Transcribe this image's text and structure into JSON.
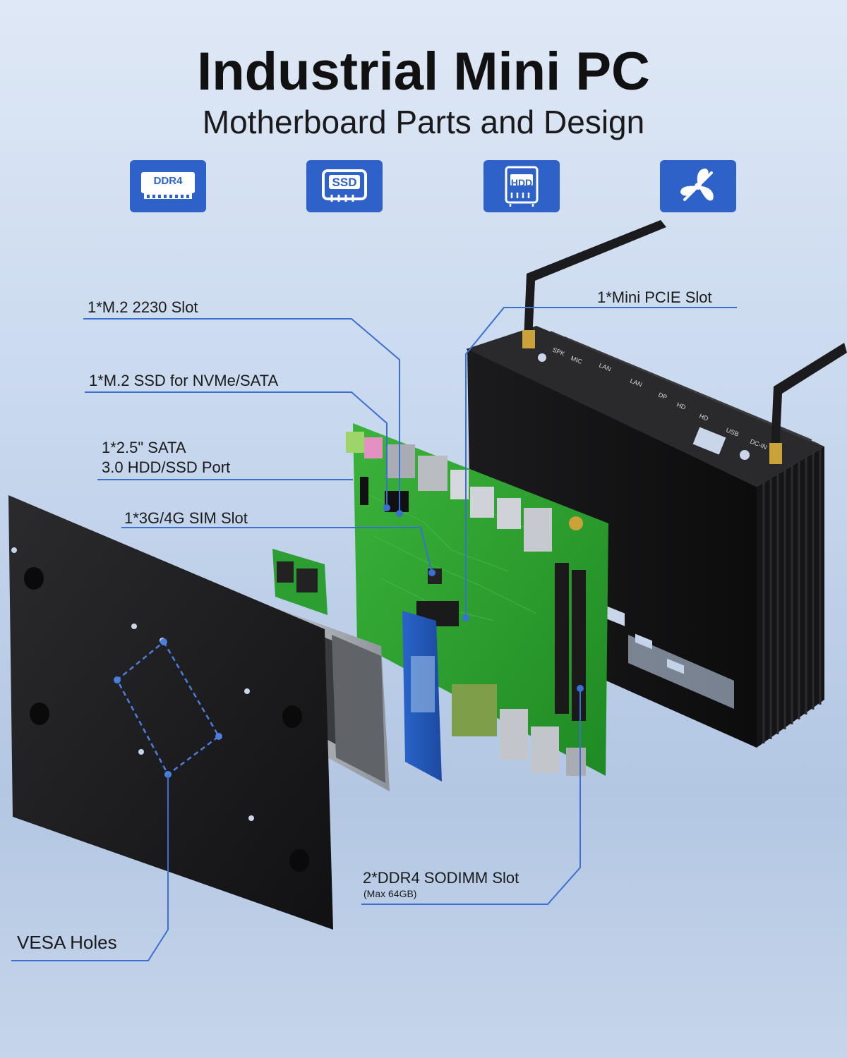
{
  "header": {
    "title": "Industrial Mini PC",
    "subtitle": "Motherboard Parts and Design"
  },
  "features": [
    {
      "label": "DDR4",
      "icon": "ram-icon"
    },
    {
      "label": "SSD",
      "icon": "ssd-icon"
    },
    {
      "label": "HDD",
      "icon": "hdd-icon"
    },
    {
      "label": "",
      "icon": "fan-icon"
    }
  ],
  "callouts": {
    "m2_2230": "1*M.2 2230 Slot",
    "m2_ssd": "1*M.2 SSD for NVMe/SATA",
    "sata_line1": "1*2.5\" SATA",
    "sata_line2": "3.0 HDD/SSD Port",
    "sim": "1*3G/4G SIM Slot",
    "mini_pcie": "1*Mini PCIE Slot",
    "sodimm": "2*DDR4 SODIMM Slot",
    "sodimm_note": "(Max 64GB)",
    "vesa": "VESA Holes"
  },
  "case_port_labels": [
    "SPK",
    "MIC",
    "LAN",
    "LAN",
    "DP",
    "HD",
    "HD",
    "USB",
    "DC-IN"
  ],
  "colors": {
    "accent": "#2f62c8",
    "leader": "#3a6fd4",
    "pcb": "#2a9a2a",
    "metal": "#1c1c1e"
  }
}
